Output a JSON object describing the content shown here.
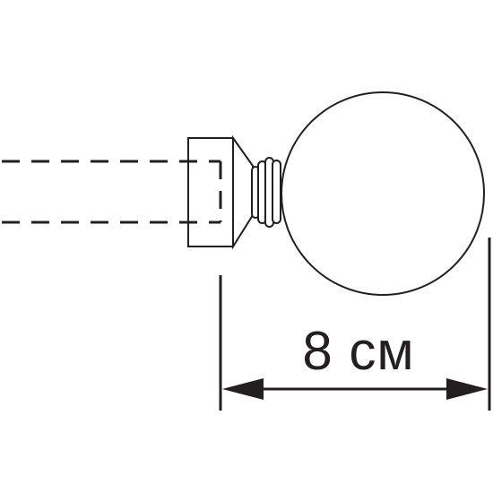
{
  "diagram": {
    "dimension": {
      "label": "8 см",
      "value": 8,
      "unit": "см"
    },
    "stroke_color": "#231f20",
    "background_color": "#ffffff"
  }
}
